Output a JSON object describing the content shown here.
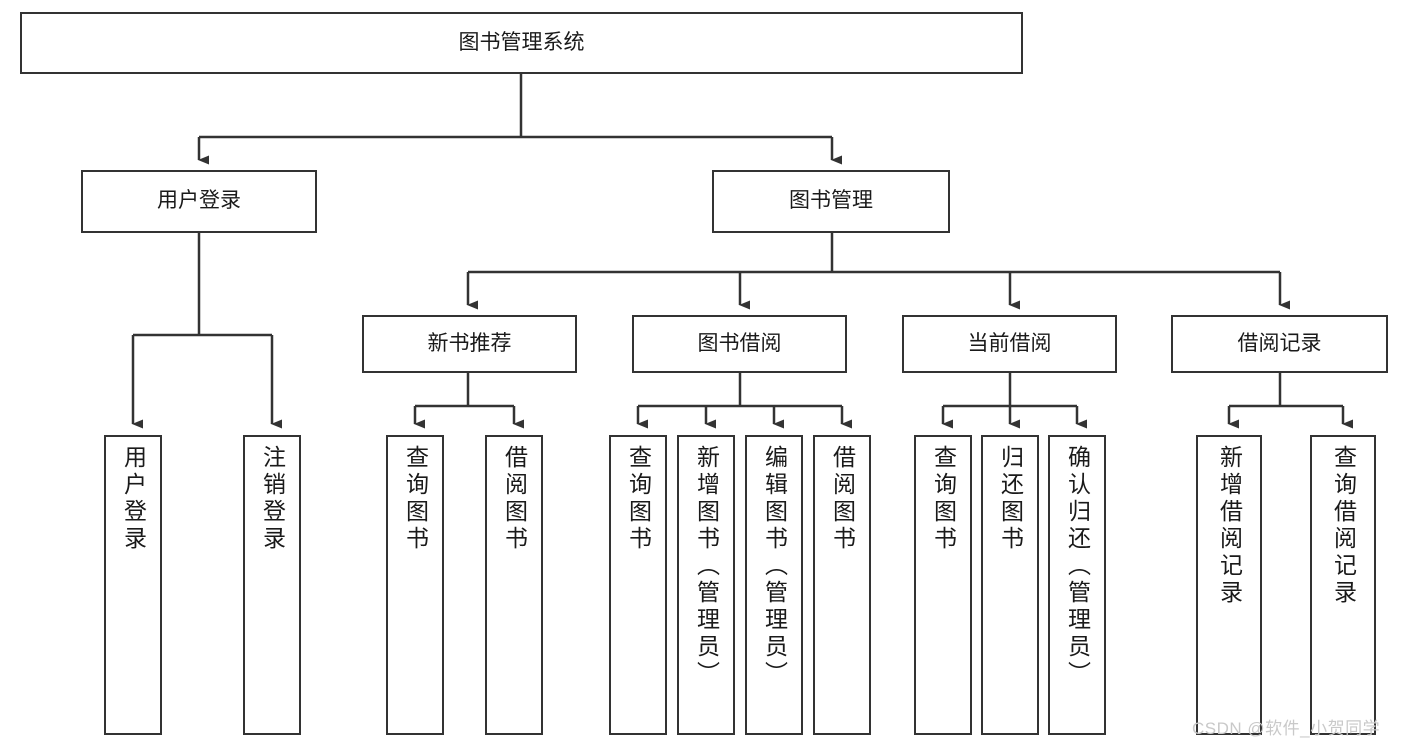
{
  "diagram": {
    "type": "tree",
    "title": "图书管理系统",
    "root": {
      "label": "图书管理系统"
    },
    "level2": [
      {
        "label": "用户登录"
      },
      {
        "label": "图书管理"
      }
    ],
    "level3": [
      {
        "label": "新书推荐"
      },
      {
        "label": "图书借阅"
      },
      {
        "label": "当前借阅"
      },
      {
        "label": "借阅记录"
      }
    ],
    "leaves": {
      "user_login": [
        {
          "label": "用户登录"
        },
        {
          "label": "注销登录"
        }
      ],
      "new_book_recommend": [
        {
          "label": "查询图书"
        },
        {
          "label": "借阅图书"
        }
      ],
      "book_borrow": [
        {
          "label": "查询图书"
        },
        {
          "label": "新增图书（管理员）"
        },
        {
          "label": "编辑图书（管理员）"
        },
        {
          "label": "借阅图书"
        }
      ],
      "current_borrow": [
        {
          "label": "查询图书"
        },
        {
          "label": "归还图书"
        },
        {
          "label": "确认归还（管理员）"
        }
      ],
      "borrow_record": [
        {
          "label": "新增借阅记录"
        },
        {
          "label": "查询借阅记录"
        }
      ]
    }
  },
  "watermark": {
    "text": "CSDN @软件_小贺同学"
  },
  "colors": {
    "background": "#ffffff",
    "box_border": "#333333",
    "text": "#1a1a1a",
    "connector": "#333333",
    "watermark": "#c9c9c9"
  }
}
